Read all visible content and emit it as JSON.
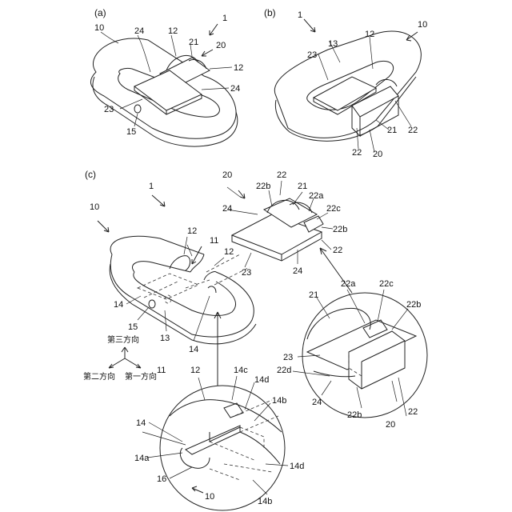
{
  "panels": {
    "a": "(a)",
    "b": "(b)",
    "c": "(c)"
  },
  "labels_a": [
    "10",
    "1",
    "24",
    "12",
    "21",
    "20",
    "12",
    "24",
    "23",
    "15"
  ],
  "labels_b": [
    "1",
    "10",
    "13",
    "12",
    "23",
    "22",
    "21",
    "22",
    "20"
  ],
  "labels_c_top": [
    "1",
    "20",
    "22",
    "22b",
    "21",
    "22a",
    "24",
    "22c",
    "22b",
    "10",
    "12",
    "11",
    "12",
    "23",
    "24",
    "22",
    "14",
    "15",
    "13",
    "14"
  ],
  "labels_c_detail_right": [
    "21",
    "22a",
    "22c",
    "22b",
    "23",
    "22d",
    "24",
    "22b",
    "20",
    "22"
  ],
  "labels_c_detail_left": [
    "11",
    "12",
    "14c",
    "14d",
    "14b",
    "14",
    "14a",
    "16",
    "14d",
    "10",
    "14b"
  ],
  "directions": {
    "third": "第三方向",
    "second": "第二方向",
    "first": "第一方向"
  }
}
